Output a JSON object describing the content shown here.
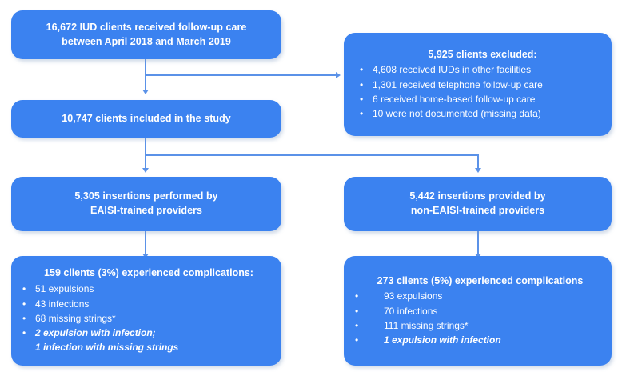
{
  "diagram": {
    "title": "IUD client follow-up care study flow diagram",
    "accent_color": "#3b82f0",
    "connector_color": "#5b92e8",
    "background_color": "#ffffff",
    "text_color": "#ffffff"
  },
  "nodes": {
    "enrolled": {
      "line1": "16,672 IUD clients received follow-up care",
      "line2": "between April 2018 and March 2019"
    },
    "excluded": {
      "heading": "5,925 clients excluded:",
      "items": [
        "4,608 received IUDs in other facilities",
        "1,301 received telephone follow-up care",
        "6 received home-based follow-up care",
        "10 were not documented (missing data)"
      ]
    },
    "included": {
      "line1": "10,747 clients included in the study"
    },
    "eaisi_group": {
      "line1": "5,305 insertions performed by",
      "line2": "EAISI-trained providers"
    },
    "non_eaisi_group": {
      "line1": "5,442 insertions provided by",
      "line2": "non-EAISI-trained  providers"
    },
    "eaisi_outcomes": {
      "heading": "159 clients (3%) experienced complications:",
      "items": [
        {
          "text": "51 expulsions",
          "italic": false
        },
        {
          "text": "43 infections",
          "italic": false
        },
        {
          "text": "68 missing strings*",
          "italic": false
        },
        {
          "text": "2 expulsion with infection;",
          "italic": true,
          "continuation": "1 infection with missing strings"
        }
      ]
    },
    "non_eaisi_outcomes": {
      "heading": "273 clients (5%) experienced complications",
      "items": [
        {
          "text": "93 expulsions",
          "italic": false
        },
        {
          "text": "70 infections",
          "italic": false
        },
        {
          "text": "111 missing strings*",
          "italic": false
        },
        {
          "text": "1 expulsion with infection",
          "italic": true
        }
      ]
    }
  },
  "bullet_glyph": "•"
}
